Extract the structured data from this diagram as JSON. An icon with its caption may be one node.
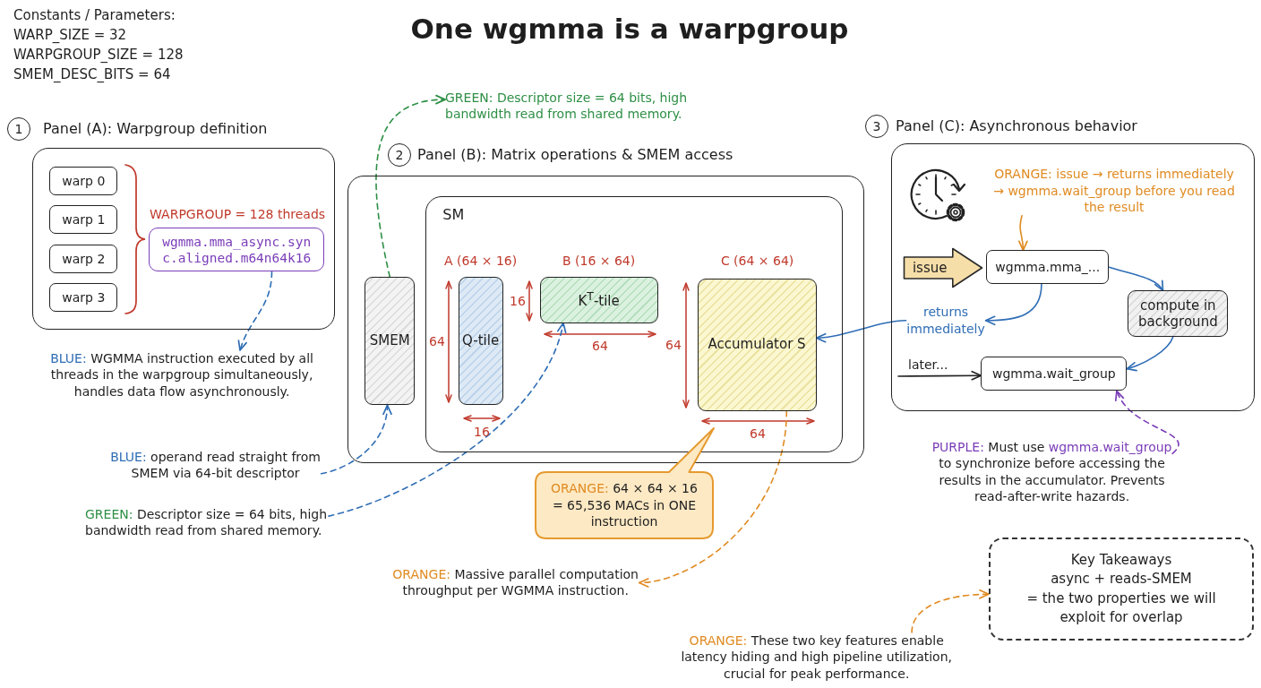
{
  "diagram": {
    "title": "One wgmma is a warpgroup",
    "nodes": [
      {
        "text": [
          "GREEN:",
          "Descriptor size = 64 bits, high bandwidth read from shared memory."
        ]
      },
      {
        "text": [
          "1",
          "Panel (A): Warpgroup definition"
        ]
      },
      {
        "text": [
          "warp 0"
        ],
        "in": 1
      },
      {
        "text": [
          "warp 1"
        ],
        "in": 1
      },
      {
        "text": [
          "warp 2"
        ],
        "in": 1
      },
      {
        "text": [
          "warp 3"
        ],
        "in": 1
      },
      {
        "text": [
          "wgmma.mma_async.sync.aligned.m64n64k16"
        ],
        "in": 1
      },
      {
        "text": [
          "2",
          "Panel (B): Matrix operations & SMEM access"
        ]
      },
      {
        "text": [
          "SMEM"
        ],
        "in": 7
      },
      {
        "text": [
          "SM"
        ],
        "in": 7
      },
      {
        "text": [
          "Q-tile"
        ],
        "in": 9,
        "beside": [
          "A (64 × 16)"
        ]
      },
      {
        "text": [
          "K$^{T}$-tile"
        ],
        "in": 9,
        "beside": [
          "B (16 × 64)"
        ]
      },
      {
        "text": [
          "Accumulator S"
        ],
        "in": 9,
        "beside": [
          "C (64 × 64)"
        ]
      },
      {
        "text": [
          "3",
          "Panel (C): Asynchronous behavior"
        ]
      },
      {
        "text": [
          "ORANGE:",
          "issue → returns immediately → wgmma.wait_group before you read the result"
        ],
        "in": 13
      },
      {
        "text": [
          "issue"
        ],
        "in": 13
      },
      {
        "text": [
          "wgmma.mma_..."
        ],
        "in": 13
      },
      {
        "text": [
          "returns immediately"
        ],
        "in": 13
      },
      {
        "text": [
          "compute in background"
        ],
        "in": 13
      },
      {
        "text": [
          "wgmma.wait_group"
        ],
        "in": 13
      },
      {
        "text": [
          "BLUE:",
          "WGMMA instruction executed by all threads in the warpgroup simultaneously, handles data flow asynchronously."
        ]
      },
      {
        "text": [
          "BLUE:",
          "operand read straight from SMEM via 64-bit descriptor"
        ]
      },
      {
        "text": [
          "PURPLE:",
          "Must use",
          "wgmma.wait_group",
          "to synchronize before accessing the results in the accumulator. Prevents read-after-write hazards."
        ]
      },
      {
        "text": [
          "GREEN:",
          "Descriptor size = 64 bits, high bandwidth read from shared memory."
        ]
      },
      {
        "text": [
          "ORANGE:",
          "64 × 64 × 16 = 65,536 MACs in ONE instruction"
        ]
      },
      {
        "text": [
          "ORANGE:",
          "Massive parallel computation throughput per WGMMA instruction."
        ]
      },
      {
        "text": [
          "Key Takeaways",
          "async + reads-SMEM",
          "= the two properties we will exploit for overlap"
        ]
      },
      {
        "text": [
          "ORANGE:",
          "These two key features enable latency hiding and high pipeline utilization, crucial for peak performance."
        ]
      }
    ],
    "edges": [
      {
        "from": 8,
        "to": 0,
        "arrow": "to",
        "style": "dashed",
        "color": "#2f8f46"
      },
      {
        "from": 6,
        "to": 20,
        "arrow": "to",
        "style": "dashed"
      },
      {
        "from": 21,
        "to": 8,
        "arrow": "to",
        "style": "dashed"
      },
      {
        "from": 23,
        "to": 11,
        "arrow": "to",
        "style": "dashed"
      },
      {
        "from": 12,
        "to": 25,
        "arrow": "to",
        "style": "dashed",
        "color": "#e08b22"
      },
      {
        "from": 17,
        "to": 12,
        "arrow": "to"
      },
      {
        "from": 14,
        "to": 16,
        "arrow": "to",
        "color": "#e08b22"
      },
      {
        "from": 16,
        "to": 17,
        "arrow": "to"
      },
      {
        "from": 16,
        "to": 18,
        "arrow": "to"
      },
      {
        "from": 18,
        "to": 19,
        "arrow": "to"
      },
      {
        "from": null,
        "to": 19,
        "arrow": "to",
        "label": "later...",
        "color": "#222222"
      },
      {
        "from": 22,
        "to": 19,
        "arrow": "to",
        "style": "dashed",
        "color": "#7a3db8"
      },
      {
        "from": 27,
        "to": 26,
        "arrow": "to",
        "style": "dashed",
        "color": "#e08b22"
      }
    ],
    "labels": [
      "Constants / Parameters:",
      "WARP_SIZE = 32",
      "WARPGROUP_SIZE = 128",
      "SMEM_DESC_BITS = 64",
      "WARPGROUP = 128 threads",
      "16",
      "64",
      "64",
      "64",
      "16",
      "64"
    ]
  }
}
